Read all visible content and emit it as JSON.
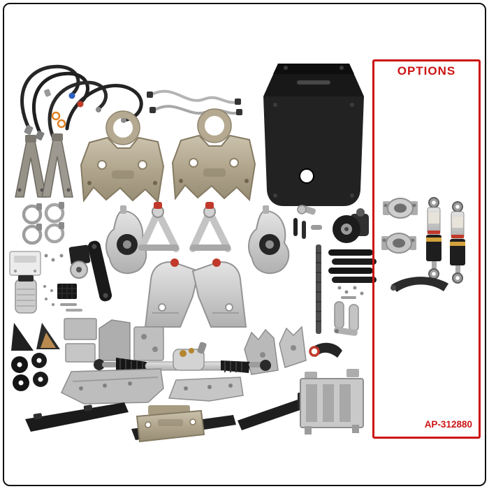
{
  "image": {
    "description": "Front suspension and steering kit components laid out on a white background",
    "background_color": "#ffffff",
    "frame_border_color": "#111111"
  },
  "options_box": {
    "label": "OPTIONS",
    "part_number": "AP-312880",
    "accent_color": "#cc1414"
  },
  "parts": [
    "rubber-brake-hoses",
    "braided-stainless-lines",
    "motor-mount-towers",
    "front-crossmember-left",
    "front-crossmember-right",
    "skid-plate",
    "hose-clamps",
    "limit-strap",
    "spindle-left",
    "spindle-right",
    "upper-control-arms",
    "lower-control-arms",
    "steering-shaft-ujoint",
    "power-steering-pump",
    "frame-support-bars",
    "threaded-rod",
    "hardware-fasteners",
    "spacer-sleeves",
    "mounting-bracket-box",
    "idler-pulley-bracket",
    "fluid-canister",
    "small-hardware-kit",
    "wedge-shims",
    "rubber-bushings",
    "sheetmetal-brackets",
    "gusset-plates",
    "steering-rack",
    "steering-arm",
    "small-bracket-arm",
    "aluminum-plates",
    "frame-rails",
    "transmission-crossmember",
    "battery-tray",
    "axle-clamps",
    "coilover-shocks",
    "spanner-wrench"
  ]
}
